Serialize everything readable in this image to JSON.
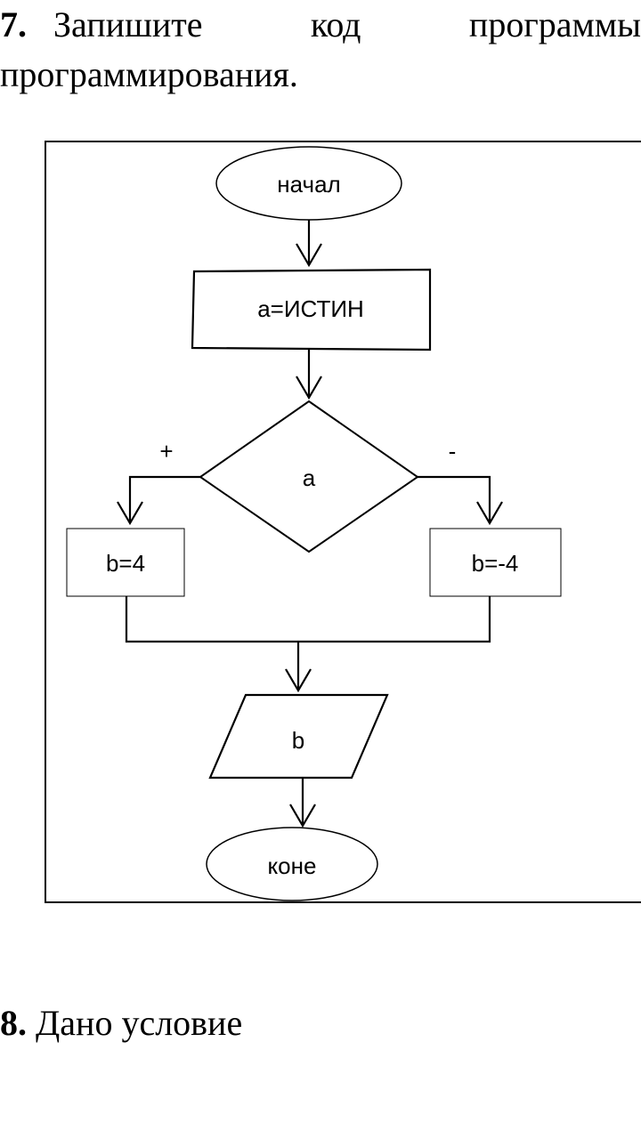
{
  "task7": {
    "number": "7.",
    "line1_words": [
      "Запишите",
      "код",
      "программы"
    ],
    "line2": "программирования."
  },
  "flowchart": {
    "start": "начал",
    "assign": "a=ИСТИН",
    "condition": "a",
    "yes_branch_label": "+",
    "no_branch_label": "-",
    "yes_action": "b=4",
    "no_action": "b=-4",
    "output": "b",
    "end": "коне"
  },
  "task8": {
    "number": "8.",
    "text": "Дано условие"
  }
}
